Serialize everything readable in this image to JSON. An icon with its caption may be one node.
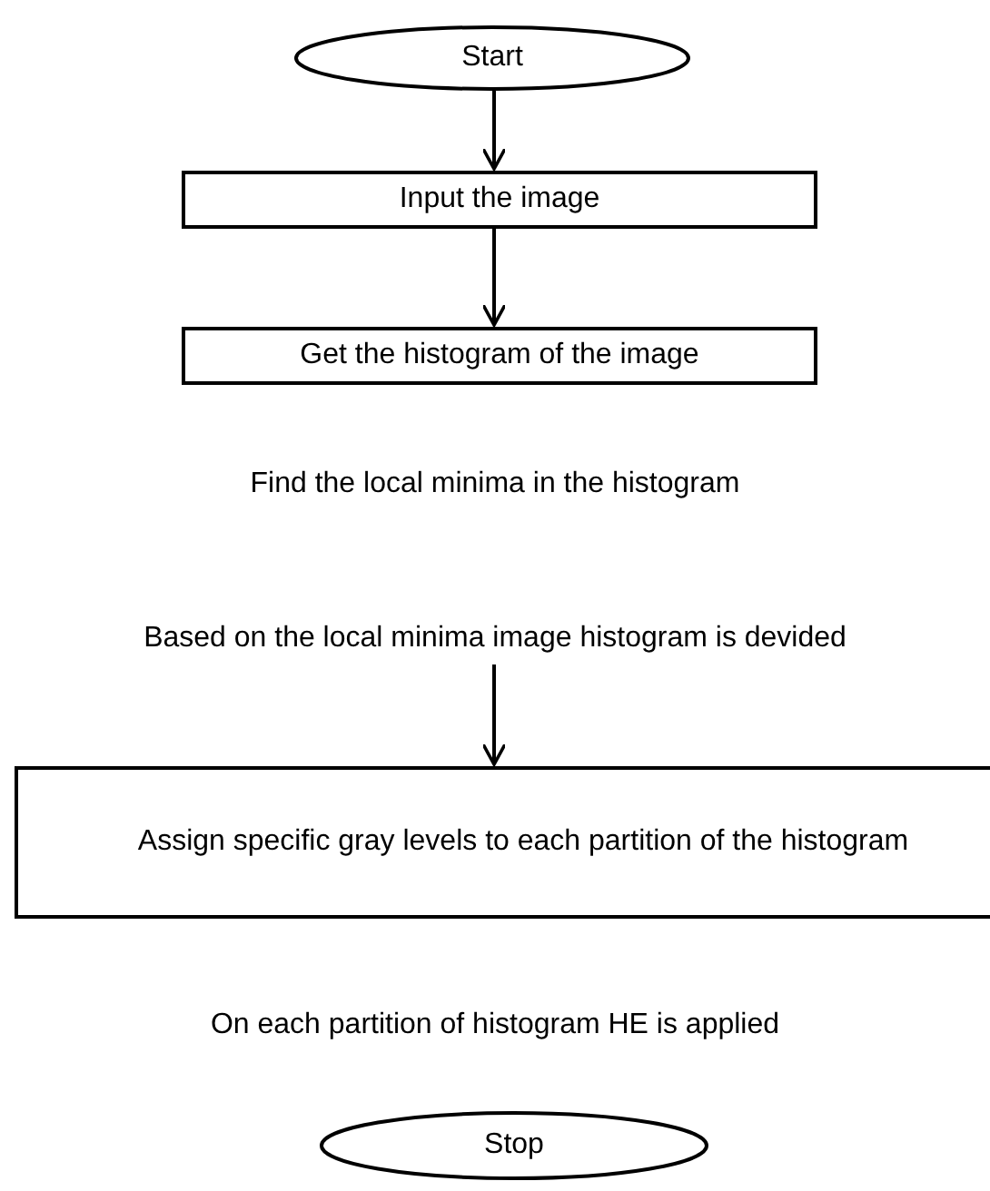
{
  "diagram": {
    "nodes": [
      {
        "text": [
          "Start"
        ]
      },
      {
        "text": [
          "Input the image"
        ]
      },
      {
        "text": [
          "Get the histogram of the image"
        ]
      },
      {
        "text": [
          "Based on the local minima image histogram is devided"
        ]
      },
      {
        "text": [
          "Assign specific gray levels to each partition of the histogram"
        ]
      },
      {
        "text": [
          "Stop"
        ]
      }
    ],
    "edges": [
      {
        "from": 0,
        "to": 1,
        "arrow": "to"
      },
      {
        "from": 1,
        "to": 2,
        "arrow": "to"
      },
      {
        "from": 3,
        "to": 4,
        "arrow": "to"
      }
    ],
    "labels": [
      "Find the local minima in the histogram",
      "On each partition of histogram HE is applied"
    ]
  }
}
